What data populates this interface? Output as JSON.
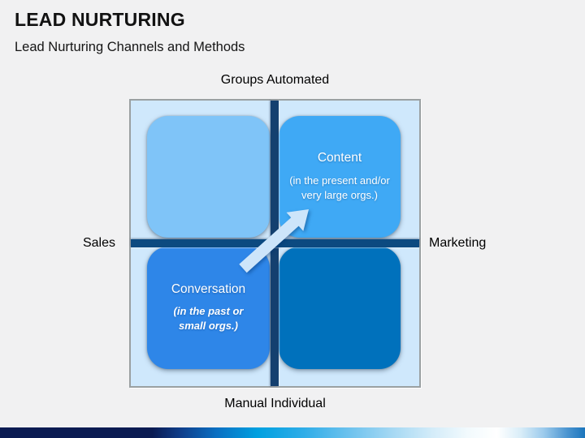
{
  "slide": {
    "title": "LEAD NURTURING",
    "subtitle": "Lead Nurturing Channels and Methods"
  },
  "matrix": {
    "axis_labels": {
      "top": "Groups Automated",
      "bottom": "Manual Individual",
      "left": "Sales",
      "right": "Marketing"
    },
    "quadrants": {
      "top_left": {
        "label": "",
        "sub": "",
        "color": "#7fc4f8"
      },
      "top_right": {
        "label": "Content",
        "sub": "(in the present and/or very large orgs.)",
        "color": "#3fa9f5"
      },
      "bottom_left": {
        "label": "Conversation",
        "sub": "(in the past or small orgs.)",
        "color": "#2e86e8"
      },
      "bottom_right": {
        "label": "",
        "sub": "",
        "color": "#0071bc"
      }
    },
    "dividers": {
      "vertical_color": "#14406f",
      "horizontal_color": "#0c4a80"
    },
    "arrow": {
      "direction": "up-right",
      "color": "#cde5fa"
    },
    "background_color": "#cfe8fc"
  },
  "footer": {
    "bar_colors": [
      "#0a1b52",
      "#00a0e0",
      "#ffffff",
      "#1b75bc"
    ]
  }
}
